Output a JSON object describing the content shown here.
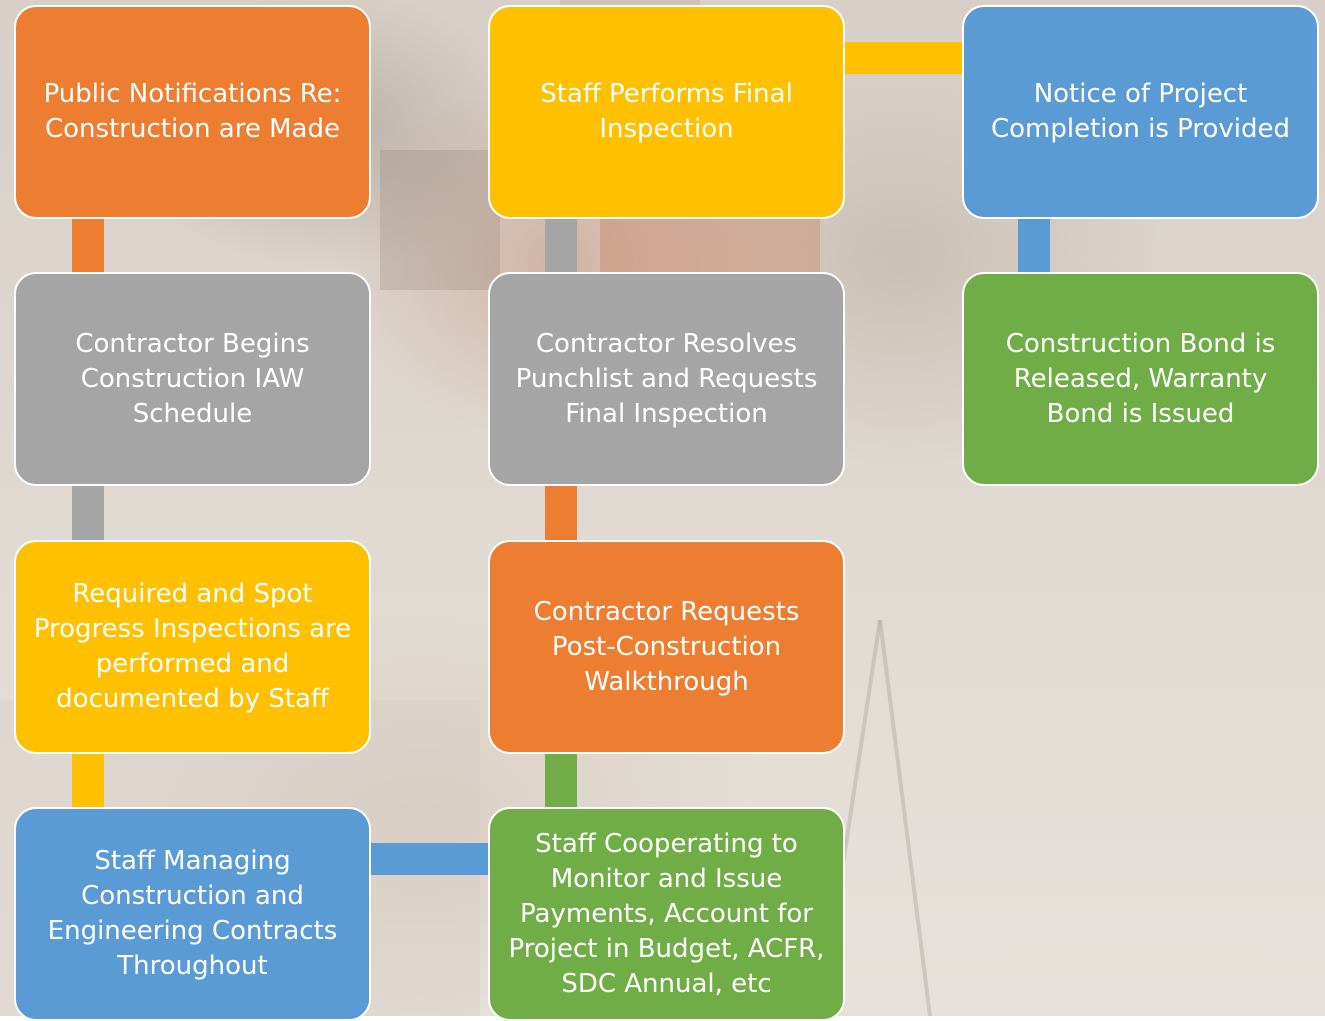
{
  "colors": {
    "orange": "#ed7d31",
    "yellow": "#ffc000",
    "blue": "#5b9bd5",
    "gray": "#a5a5a5",
    "green": "#70ad47"
  },
  "steps": [
    {
      "text": "Public Notifications Re: Construction are Made",
      "color": "orange"
    },
    {
      "text": "Contractor Begins Construction IAW Schedule",
      "color": "gray"
    },
    {
      "text": "Required and Spot Progress Inspections are performed and documented by Staff",
      "color": "yellow"
    },
    {
      "text": "Staff Managing Construction and Engineering Contracts Throughout",
      "color": "blue"
    },
    {
      "text": "Staff Cooperating to Monitor and Issue Payments, Account for Project in Budget, ACFR, SDC Annual, etc",
      "color": "green"
    },
    {
      "text": "Contractor Requests Post-Construction Walkthrough",
      "color": "orange"
    },
    {
      "text": "Contractor Resolves Punchlist and Requests Final Inspection",
      "color": "gray"
    },
    {
      "text": "Staff Performs Final Inspection",
      "color": "yellow"
    },
    {
      "text": "Notice of Project Completion is Provided",
      "color": "blue"
    },
    {
      "text": "Construction Bond is Released, Warranty Bond is Issued",
      "color": "green"
    }
  ]
}
